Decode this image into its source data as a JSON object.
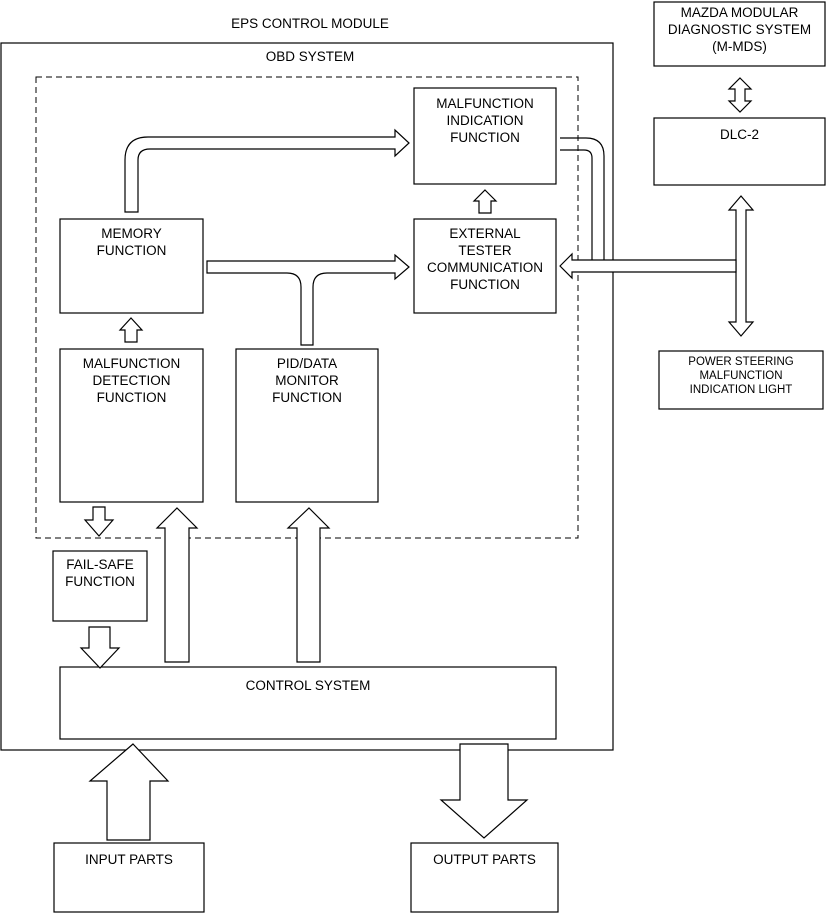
{
  "labels": {
    "eps_module": "EPS CONTROL MODULE",
    "obd_system": "OBD SYSTEM",
    "mmds": "MAZDA MODULAR\nDIAGNOSTIC SYSTEM\n(M-MDS)",
    "dlc2": "DLC-2",
    "ps_light": "POWER STEERING\nMALFUNCTION\nINDICATION LIGHT",
    "malfunction_indication": "MALFUNCTION\nINDICATION\nFUNCTION",
    "memory": "MEMORY\nFUNCTION",
    "external_tester": "EXTERNAL\nTESTER\nCOMMUNICATION\nFUNCTION",
    "malfunction_detection": "MALFUNCTION\nDETECTION\nFUNCTION",
    "pid_data": "PID/DATA\nMONITOR\nFUNCTION",
    "fail_safe": "FAIL-SAFE\nFUNCTION",
    "control_system": "CONTROL SYSTEM",
    "input_parts": "INPUT PARTS",
    "output_parts": "OUTPUT PARTS"
  }
}
